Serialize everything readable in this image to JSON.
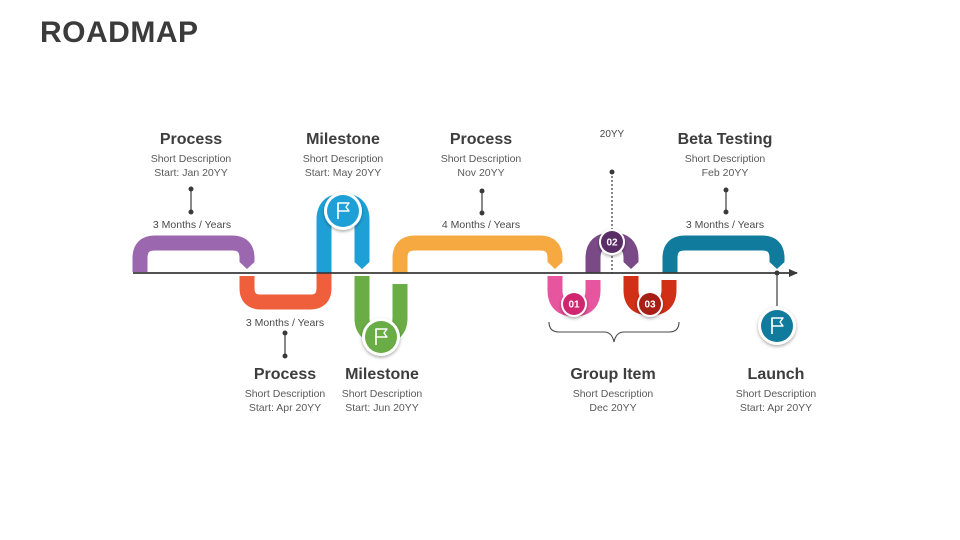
{
  "title": "ROADMAP",
  "colors": {
    "purple": "#9b67ae",
    "orange_red": "#ef5f3c",
    "blue": "#1ea0d6",
    "green": "#6aac45",
    "orange": "#f7a941",
    "pink": "#e8559f",
    "dark_purple": "#7a4a87",
    "red": "#d22f17",
    "teal": "#107b9c",
    "badge_pink": "#d0266f",
    "badge_purple": "#5a2d66",
    "badge_red": "#a81e14",
    "axis": "#3a3a3a"
  },
  "items": [
    {
      "title": "Process",
      "line1": "Short Description",
      "line2": "Start: Jan 20YY",
      "duration": "3 Months / Years"
    },
    {
      "title": "Process",
      "line1": "Short Description",
      "line2": "Start: Apr 20YY",
      "duration": "3 Months / Years"
    },
    {
      "title": "Milestone",
      "line1": "Short Description",
      "line2": "Start: May 20YY",
      "icon": "flag-icon"
    },
    {
      "title": "Milestone",
      "line1": "Short Description",
      "line2": "Start: Jun 20YY",
      "icon": "flag-icon"
    },
    {
      "title": "Process",
      "line1": "Short Description",
      "line2": "Nov 20YY",
      "duration": "4 Months / Years"
    },
    {
      "title": "Group Item",
      "line1": "Short Description",
      "line2": "Dec 20YY",
      "badges": [
        "01",
        "02",
        "03"
      ],
      "year": "20YY"
    },
    {
      "title": "Beta Testing",
      "line1": "Short Description",
      "line2": "Feb 20YY",
      "duration": "3 Months / Years"
    },
    {
      "title": "Launch",
      "line1": "Short Description",
      "line2": "Start: Apr 20YY",
      "icon": "flag-icon"
    }
  ]
}
